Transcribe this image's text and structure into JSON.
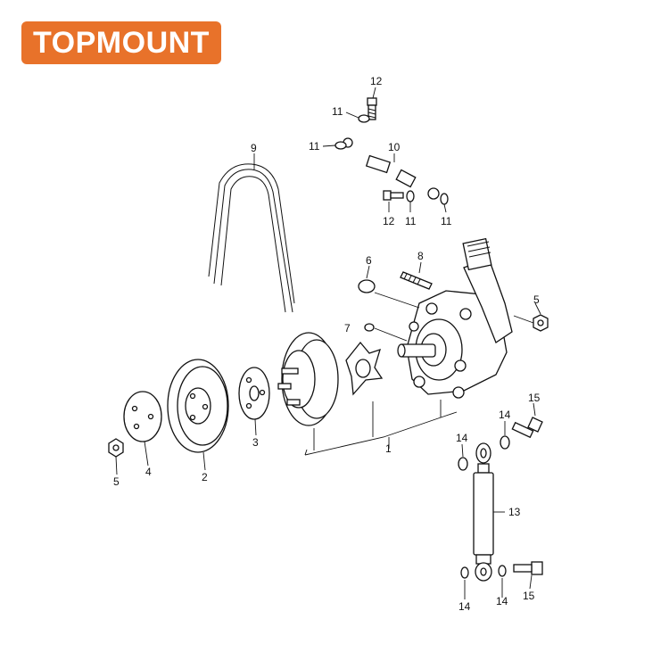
{
  "brand": {
    "name": "TOPMOUNT",
    "color": "#e8722a",
    "text_color": "#ffffff"
  },
  "callouts": {
    "p1": "1",
    "p2": "2",
    "p3": "3",
    "p4": "4",
    "p5a": "5",
    "p5b": "5",
    "p6": "6",
    "p7": "7",
    "p8": "8",
    "p9": "9",
    "p10": "10",
    "p11a": "11",
    "p11b": "11",
    "p11c": "11",
    "p11d": "11",
    "p12a": "12",
    "p12b": "12",
    "p13": "13",
    "p14a": "14",
    "p14b": "14",
    "p14c": "14",
    "p14d": "14",
    "p15a": "15",
    "p15b": "15"
  }
}
